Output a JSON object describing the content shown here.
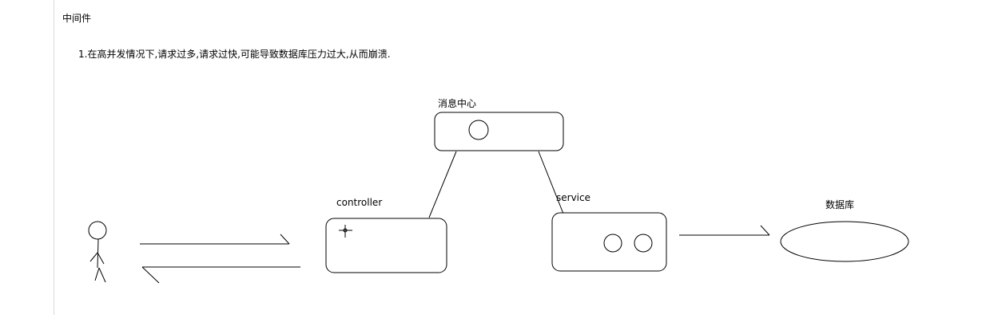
{
  "page": {
    "title": "中间件",
    "description": "1.在高并发情况下,请求过多,请求过快,可能导致数据库压力过大,从而崩溃."
  },
  "diagram": {
    "nodes": {
      "message_center": {
        "label": "消息中心"
      },
      "controller": {
        "label": "controller"
      },
      "service": {
        "label": "service"
      },
      "database": {
        "label": "数据库"
      }
    }
  },
  "colors": {
    "line": "#000000",
    "background": "#ffffff",
    "divider": "#d9d9d9"
  }
}
